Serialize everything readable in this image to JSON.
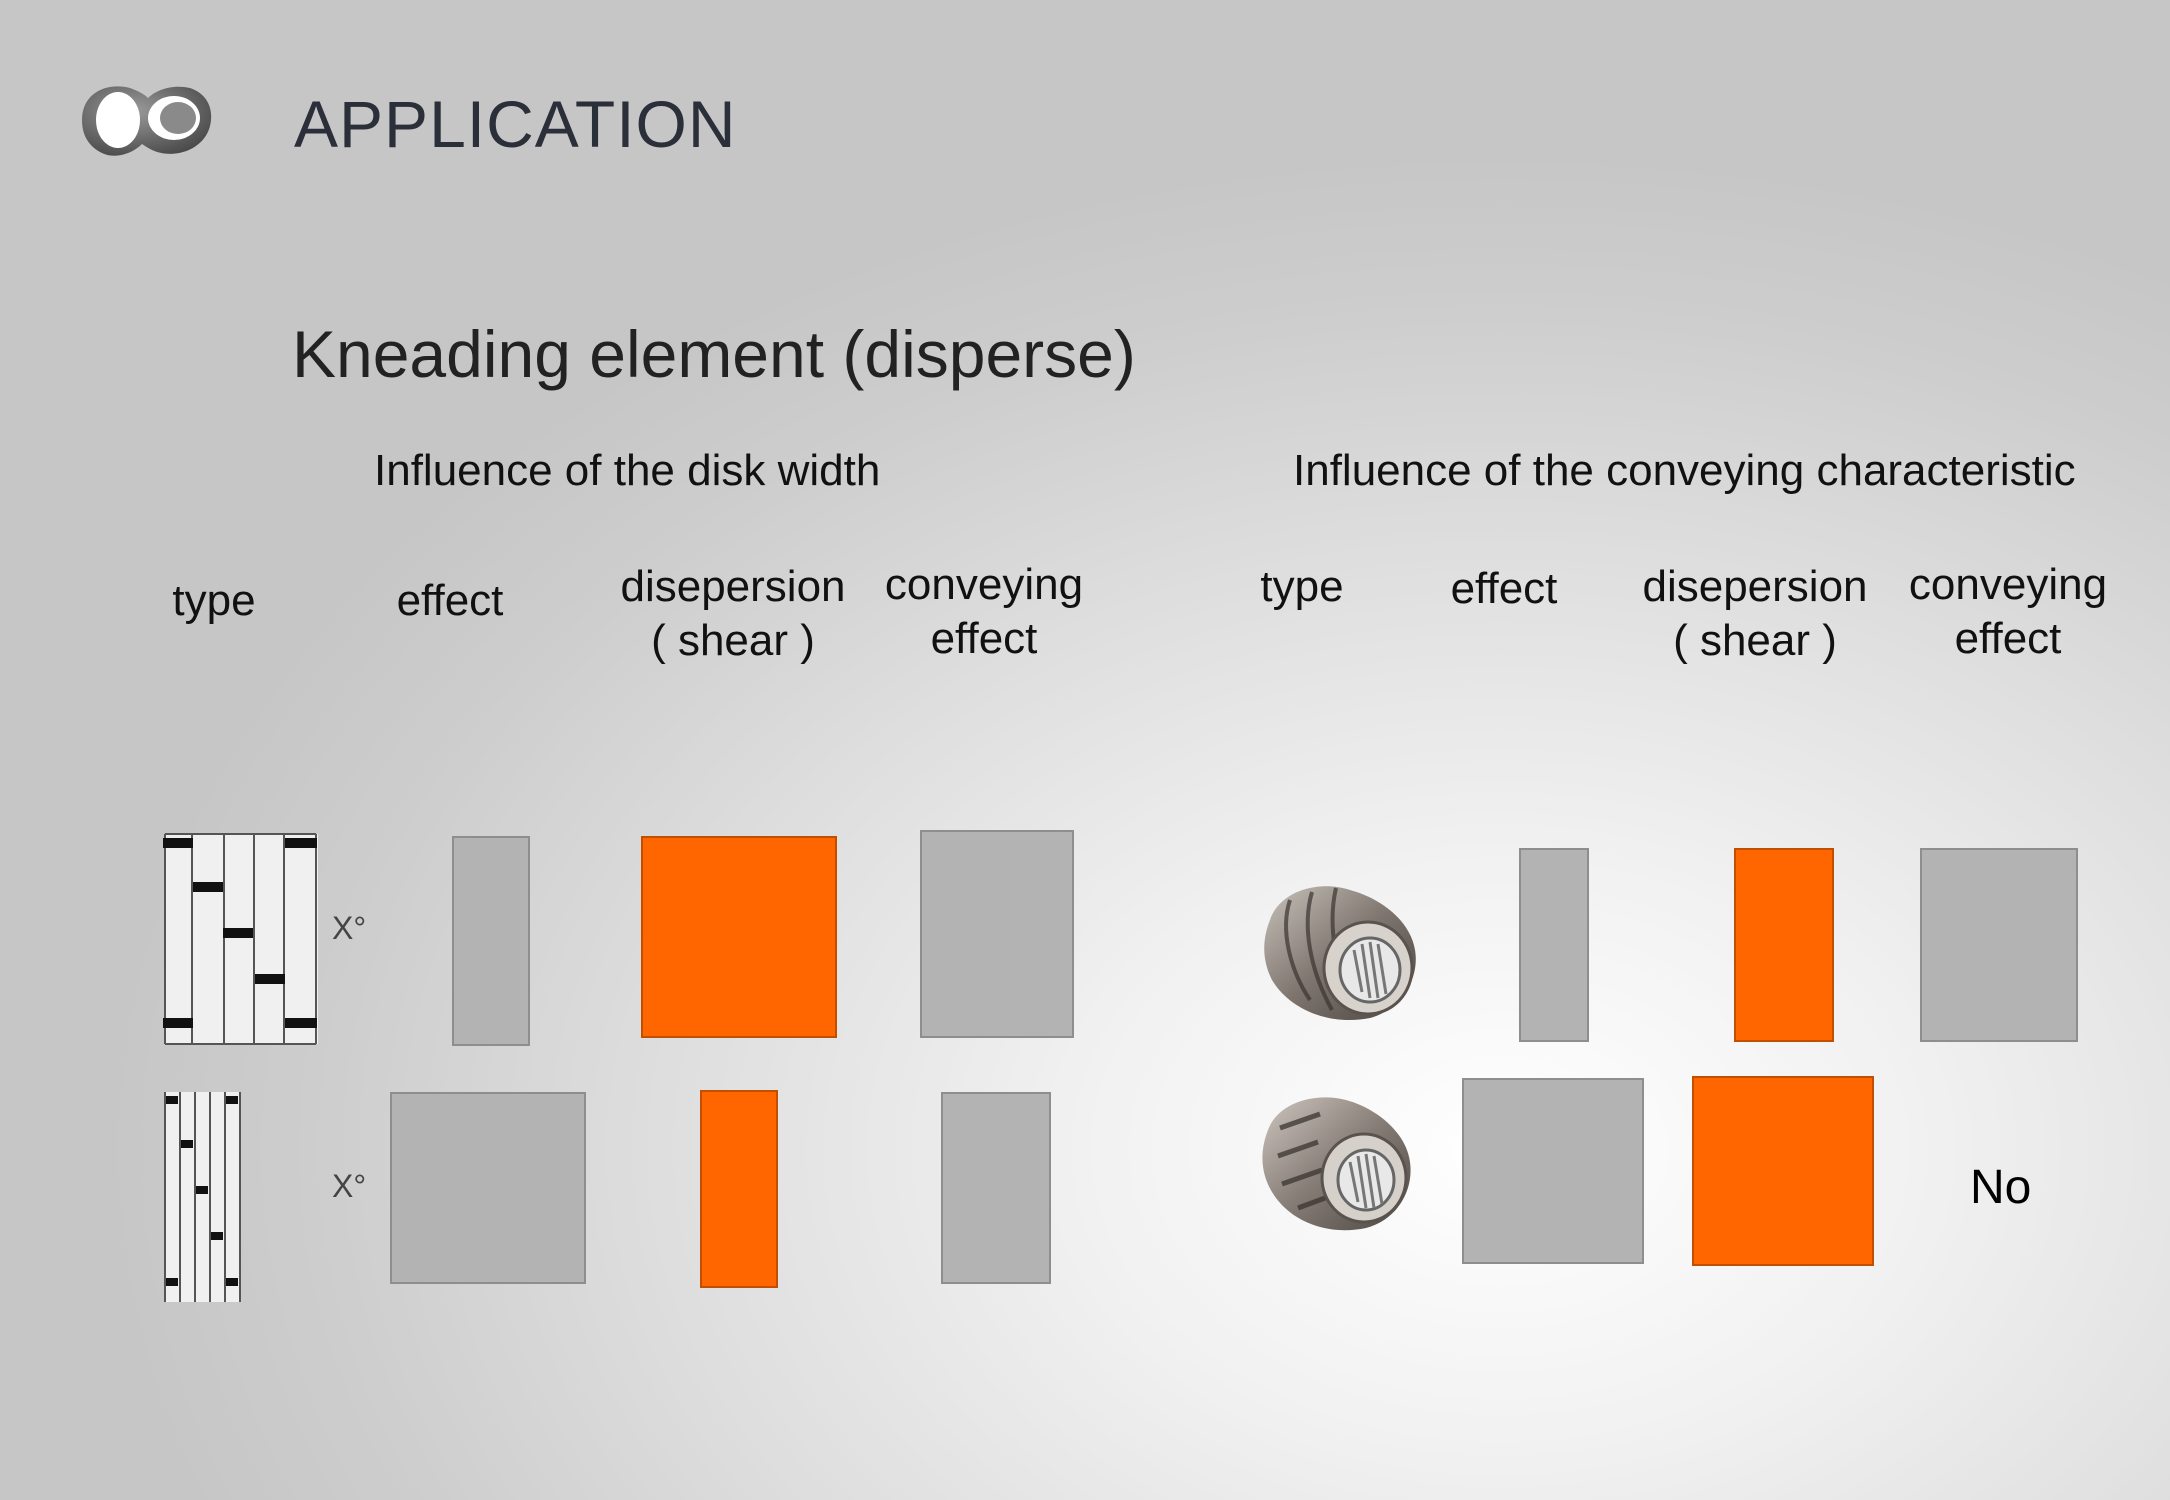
{
  "header": {
    "app_title": "APPLICATION",
    "logo_icon": "twin-screw-logo-icon"
  },
  "main_heading": "Kneading element (disperse)",
  "left_section": {
    "title": "Influence of the disk width",
    "columns": {
      "type": "type",
      "effect": "effect",
      "dispersion_line1": "disepersion",
      "dispersion_line2": "( shear )",
      "conveying_line1": "conveying",
      "conveying_line2": "effect"
    },
    "rows": [
      {
        "angle_label": "X°",
        "type_icon": "wide-disk-diagram-icon"
      },
      {
        "angle_label": "X°",
        "type_icon": "narrow-disk-diagram-icon"
      }
    ]
  },
  "right_section": {
    "title": "Influence of the conveying characteristic",
    "columns": {
      "type": "type",
      "effect": "effect",
      "dispersion_line1": "disepersion",
      "dispersion_line2": "( shear )",
      "conveying_line1": "conveying",
      "conveying_line2": "effect"
    },
    "rows": [
      {
        "type_icon": "helical-kneading-element-icon"
      },
      {
        "type_icon": "neutral-kneading-element-icon",
        "conveying_text": "No"
      }
    ]
  },
  "colors": {
    "grey_bar": "#b3b3b3",
    "orange_bar": "#ff6600"
  }
}
